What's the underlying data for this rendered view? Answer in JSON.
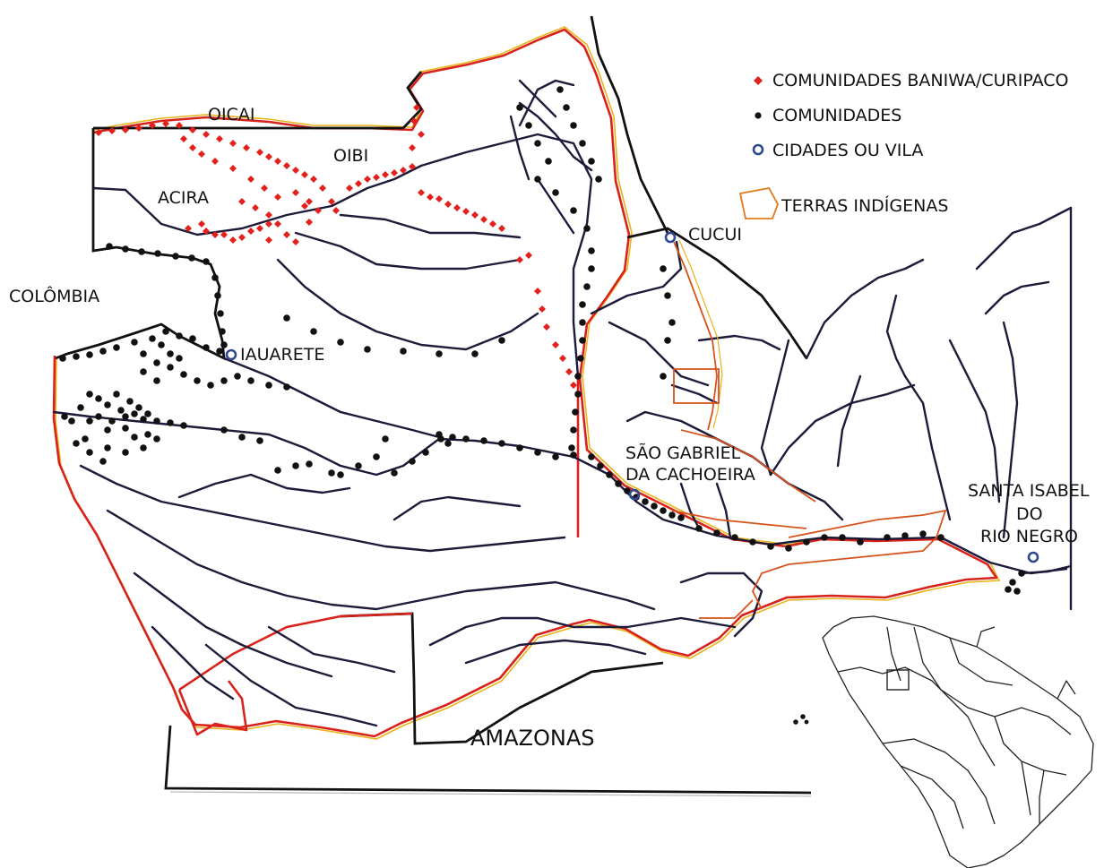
{
  "labels": {
    "oicai": "OICAI",
    "oibi": "OIBI",
    "acira": "ACIRA",
    "colombia": "COLÔMBIA",
    "iauarete": "IAUARETE",
    "cucui": "CUCUI",
    "sao_gabriel_1": "SÃO GABRIEL",
    "sao_gabriel_2": "DA CACHOEIRA",
    "santa_isabel_1": "SANTA ISABEL",
    "santa_isabel_2": "DO",
    "santa_isabel_3": "RIO NEGRO",
    "amazonas": "AMAZONAS"
  },
  "legend": {
    "baniwa": "COMUNIDADES BANIWA/CURIPACO",
    "comunidades": "COMUNIDADES",
    "cidades": "CIDADES OU VILA",
    "terras": "TERRAS INDÍGENAS"
  },
  "colors": {
    "baniwa_marker": "#e3211c",
    "community_marker": "#111111",
    "city_marker": "#2f4a8f",
    "border_red": "#d8231c",
    "border_yellow": "#e9b319",
    "rivers": "#1c1c3a"
  },
  "icons": {
    "baniwa": "red-diamond-icon",
    "comunidades": "black-dot-icon",
    "cidades": "blue-ring-icon",
    "terras": "orange-pentagon-icon"
  }
}
